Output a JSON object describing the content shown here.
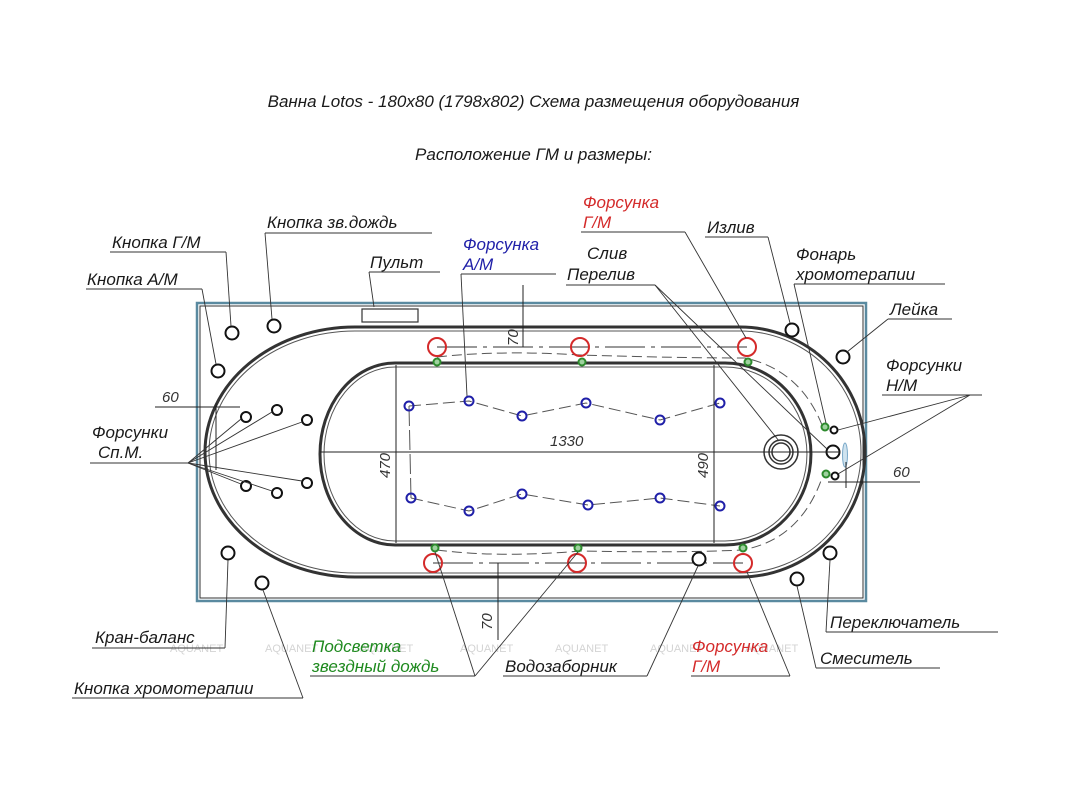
{
  "header": {
    "title": "Ванна Lotos - 180x80 (1798x802) Схема размещения оборудования",
    "subtitle": "Расположение ГМ и размеры:"
  },
  "labels": {
    "knopka_gm": "Кнопка Г/М",
    "knopka_am": "Кнопка А/М",
    "knopka_zv_dozhd": "Кнопка зв.дождь",
    "pult": "Пульт",
    "forsunka_am_1": "Форсунка",
    "forsunka_am_2": "А/М",
    "forsunka_gm_top_1": "Форсунка",
    "forsunka_gm_top_2": "Г/М",
    "sliv": "Слив",
    "pereliv": "Перелив",
    "izliv": "Излив",
    "fonar_1": "Фонарь",
    "fonar_2": "хромотерапии",
    "leyka": "Лейка",
    "forsunki_nm_1": "Форсунки",
    "forsunki_nm_2": "Н/М",
    "forsunki_spm_1": "Форсунки",
    "forsunki_spm_2": "Сп.М.",
    "kran_balans": "Кран-баланс",
    "knopka_hromoterapii": "Кнопка хромотерапии",
    "podsvetka_1": "Подсветка",
    "podsvetka_2": "звездный дождь",
    "vodozabornik": "Водозаборник",
    "forsunka_gm_bottom_1": "Форсунка",
    "forsunka_gm_bottom_2": "Г/М",
    "pereklyuchatel": "Переключатель",
    "smesitel": "Смеситель"
  },
  "dimensions": {
    "length_inner": "1330",
    "width_left": "470",
    "width_right": "490",
    "offset_top": "70",
    "offset_bottom": "70",
    "offset_left": "60",
    "offset_right": "60"
  },
  "watermark": "AQUANET",
  "colors": {
    "hydro_jet": "#d42a2a",
    "air_jet": "#1f1fa8",
    "star_light": "#2e8b2e",
    "outline": "#333333",
    "frame": "#5a8aa0"
  }
}
